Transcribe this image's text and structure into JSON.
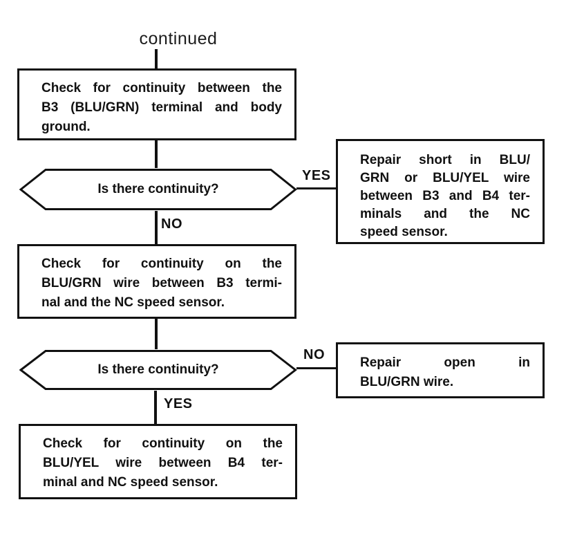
{
  "page": {
    "background": "#ffffff",
    "ink": "#111111"
  },
  "flow": {
    "continued_label": "continued",
    "step1": {
      "lines": [
        "Check for continuity between the",
        "B3 (BLU/GRN) terminal and body",
        "ground."
      ],
      "text": "Check for continuity between the B3 (BLU/GRN) terminal and body ground."
    },
    "decision1": {
      "question": "Is there continuity?",
      "yes_label": "YES",
      "no_label": "NO"
    },
    "repair_short": {
      "lines": [
        "Repair short in BLU/",
        "GRN or BLU/YEL wire",
        "between B3 and B4 ter-",
        "minals and the NC",
        "speed sensor."
      ],
      "text": "Repair short in BLU/GRN or BLU/YEL wire between B3 and B4 terminals and the NC speed sensor."
    },
    "step2": {
      "lines": [
        "Check for continuity on the",
        "BLU/GRN wire between B3 termi-",
        "nal and the NC speed sensor."
      ],
      "text": "Check for continuity on the BLU/GRN wire between B3 terminal and the NC speed sensor."
    },
    "decision2": {
      "question": "Is there continuity?",
      "yes_label": "YES",
      "no_label": "NO"
    },
    "repair_open": {
      "lines": [
        "Repair open in",
        "BLU/GRN wire."
      ],
      "text": "Repair open in BLU/GRN wire."
    },
    "step3": {
      "lines": [
        "Check for continuity on the",
        "BLU/YEL wire between B4 ter-",
        "minal and NC speed sensor."
      ],
      "text": "Check for continuity on the BLU/YEL wire between B4 terminal and NC speed sensor."
    }
  }
}
